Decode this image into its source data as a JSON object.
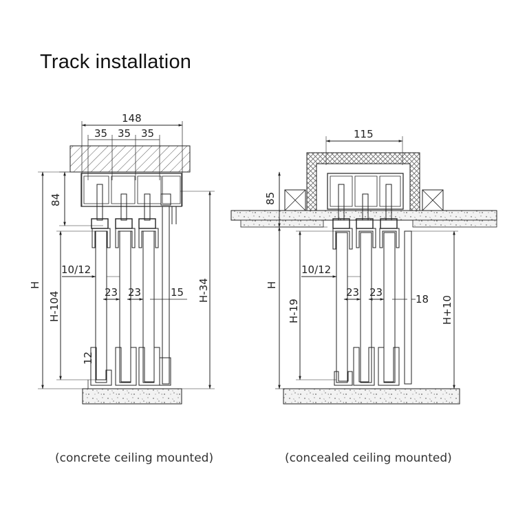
{
  "title": "Track installation",
  "left": {
    "caption": "(concrete ceiling mounted)",
    "dims": {
      "total_width": "148",
      "spacing_1": "35",
      "spacing_2": "35",
      "spacing_3": "35",
      "track_height": "84",
      "overall": "H",
      "door_height": "H-104",
      "gap_10_12": "10/12",
      "offset_1": "23",
      "offset_2": "23",
      "offset_3": "15",
      "rail_height": "H-34",
      "bottom_gap": "12"
    }
  },
  "right": {
    "caption": "(concealed ceiling mounted)",
    "dims": {
      "box_width": "115",
      "box_height": "85",
      "overall": "H",
      "door_height": "H-19",
      "gap_10_12": "10/12",
      "offset_1": "23",
      "offset_2": "23",
      "offset_3": "18",
      "rail_height": "H+10"
    }
  },
  "colors": {
    "line": "#222222",
    "hatch": "#555555",
    "concrete_fill": "#f2f2f2"
  }
}
